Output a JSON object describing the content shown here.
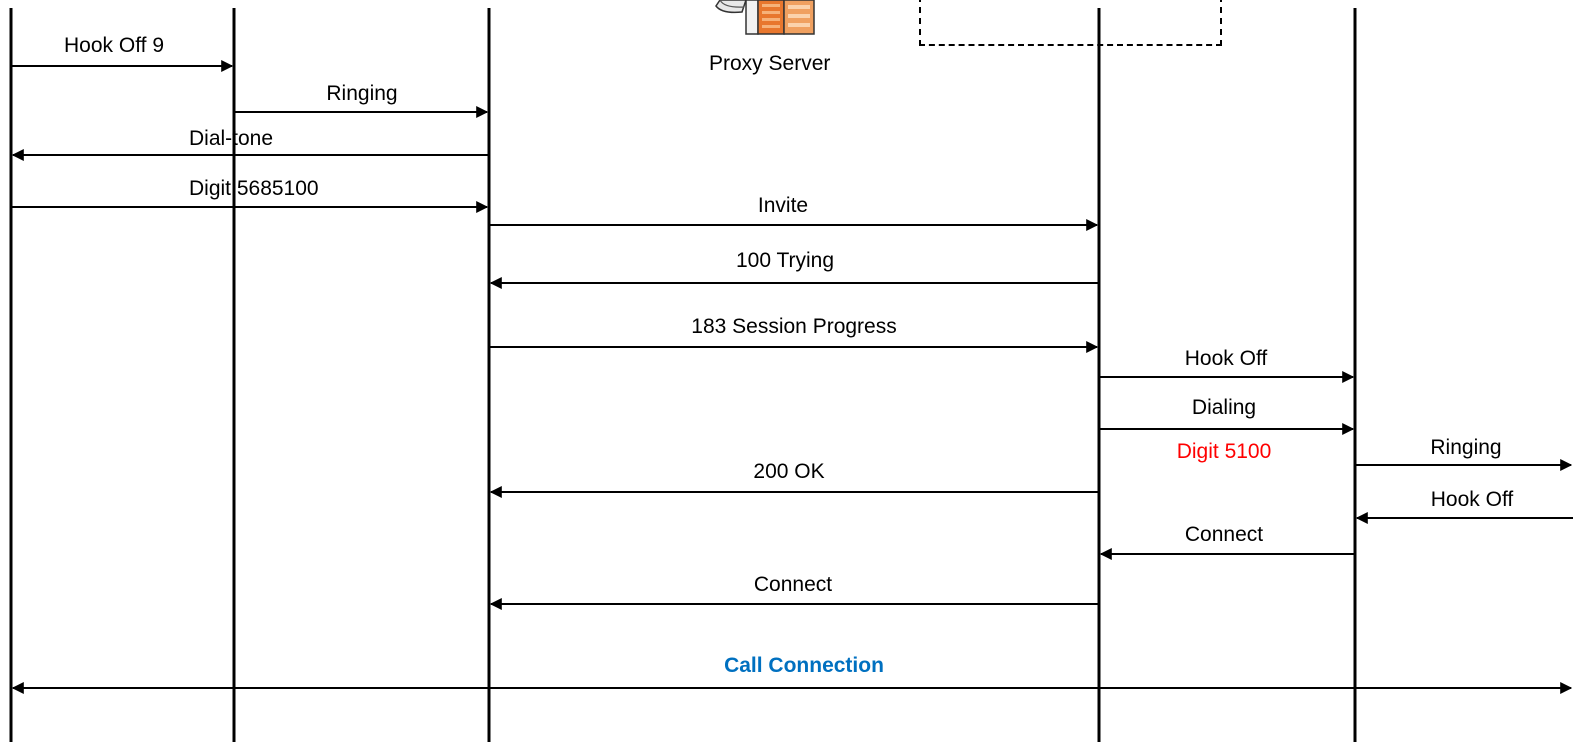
{
  "header": {
    "proxy_server_label": "Proxy Server"
  },
  "messages": [
    {
      "id": "hook-off-9",
      "text": "Hook Off 9"
    },
    {
      "id": "ringing-1",
      "text": "Ringing"
    },
    {
      "id": "dial-tone",
      "text": "Dial-tone"
    },
    {
      "id": "digit-5685100",
      "text": "Digit 5685100"
    },
    {
      "id": "invite",
      "text": "Invite"
    },
    {
      "id": "trying-100",
      "text": "100 Trying"
    },
    {
      "id": "session-progress-183",
      "text": "183 Session Progress"
    },
    {
      "id": "hook-off-2",
      "text": "Hook Off"
    },
    {
      "id": "dialing",
      "text": "Dialing"
    },
    {
      "id": "digit-5100",
      "text": "Digit 5100"
    },
    {
      "id": "ringing-2",
      "text": "Ringing"
    },
    {
      "id": "ok-200",
      "text": "200 OK"
    },
    {
      "id": "hook-off-3",
      "text": "Hook Off"
    },
    {
      "id": "connect-1",
      "text": "Connect"
    },
    {
      "id": "connect-2",
      "text": "Connect"
    },
    {
      "id": "call-connection",
      "text": "Call Connection"
    }
  ],
  "colors": {
    "line": "#000000",
    "highlight_red": "#ff0000",
    "highlight_blue": "#0070c0"
  },
  "icons": {
    "proxy_server": "server-icon"
  }
}
